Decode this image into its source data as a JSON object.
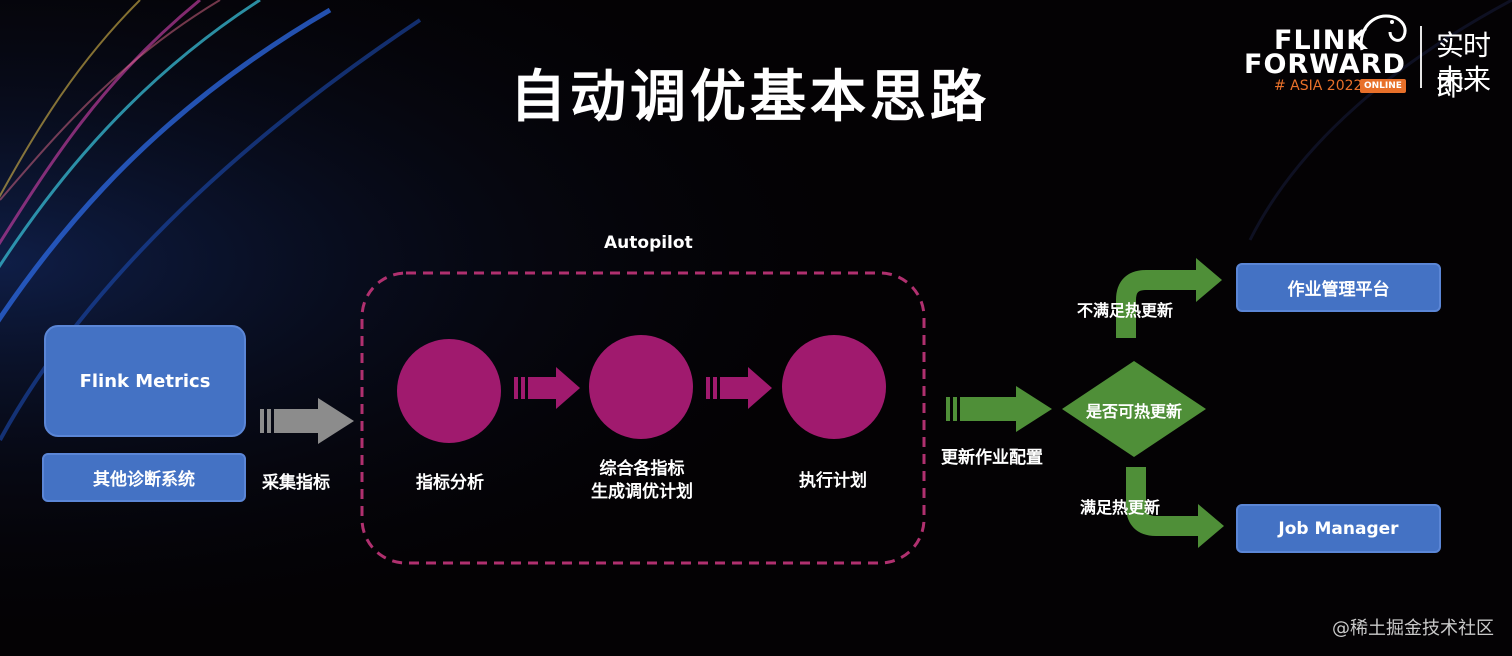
{
  "slide": {
    "title": "自动调优基本思路",
    "watermark": "@稀土掘金技术社区"
  },
  "brand": {
    "line1": "FLINK",
    "line2": "FORWARD",
    "line3": "# ASIA 2022",
    "badge": "ONLINE",
    "slogan_top": "实时即",
    "slogan_bottom": "未来"
  },
  "diagram": {
    "sources": {
      "flink_metrics": "Flink Metrics",
      "other_diagnostics": "其他诊断系统"
    },
    "collect_label": "采集指标",
    "autopilot": {
      "title": "Autopilot",
      "steps": [
        {
          "label_line1": "指标分析",
          "label_line2": ""
        },
        {
          "label_line1": "综合各指标",
          "label_line2": "生成调优计划"
        },
        {
          "label_line1": "执行计划",
          "label_line2": ""
        }
      ]
    },
    "update_label": "更新作业配置",
    "decision": "是否可热更新",
    "branch_no": "不满足热更新",
    "branch_yes": "满足热更新",
    "target_no": "作业管理平台",
    "target_yes": "Job Manager"
  },
  "colors": {
    "box_blue": "#4472c4",
    "circle_magenta": "#a01a6e",
    "dash_border": "#b0306f",
    "arrow_gray": "#8c8c8c",
    "arrow_green": "#4f8f38",
    "badge_orange": "#e8702a"
  }
}
